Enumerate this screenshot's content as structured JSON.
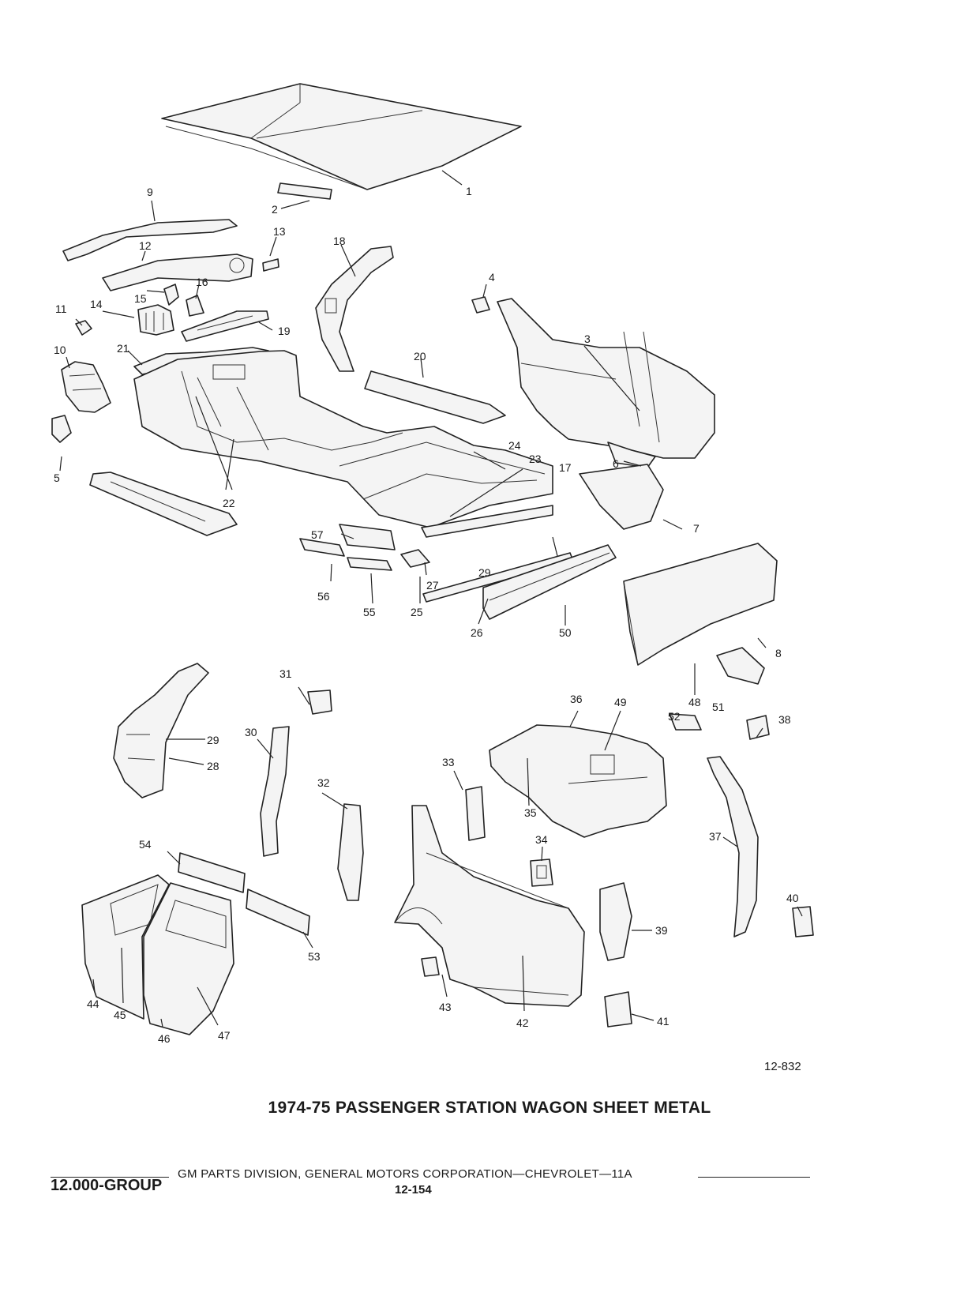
{
  "diagram": {
    "title": "1974-75 PASSENGER STATION WAGON SHEET METAL",
    "figure_id": "12-832",
    "callouts": [
      "1",
      "2",
      "3",
      "4",
      "5",
      "6",
      "7",
      "8",
      "9",
      "10",
      "11",
      "12",
      "13",
      "14",
      "15",
      "16",
      "17",
      "18",
      "19",
      "20",
      "21",
      "22",
      "22",
      "23",
      "24",
      "25",
      "26",
      "27",
      "28",
      "29",
      "29",
      "30",
      "31",
      "32",
      "33",
      "34",
      "35",
      "36",
      "37",
      "38",
      "39",
      "40",
      "41",
      "42",
      "43",
      "44",
      "45",
      "46",
      "47",
      "48",
      "49",
      "50",
      "51",
      "52",
      "53",
      "54",
      "55",
      "56",
      "57"
    ]
  },
  "footer": {
    "text": "GM PARTS DIVISION, GENERAL MOTORS CORPORATION—CHEVROLET—11A",
    "group": "12.000-GROUP",
    "page": "12-154"
  }
}
